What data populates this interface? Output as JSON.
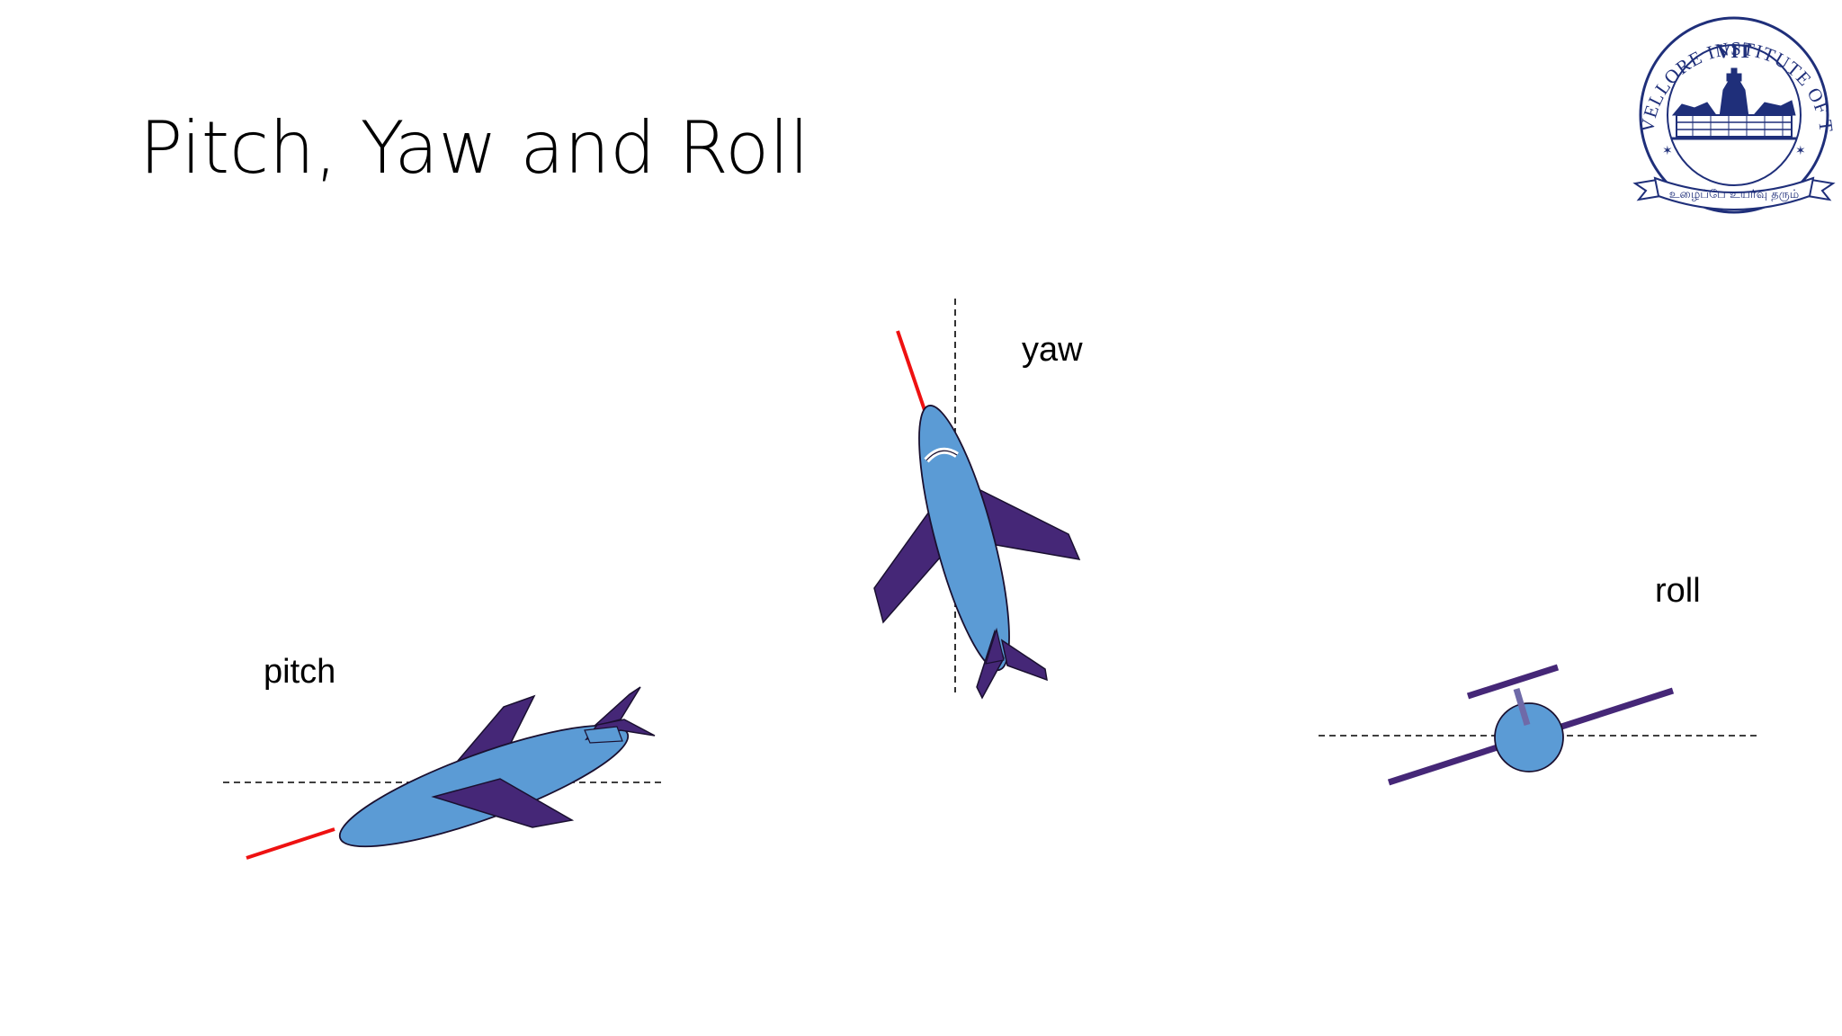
{
  "slide": {
    "title": "Pitch, Yaw and Roll"
  },
  "labels": {
    "pitch": "pitch",
    "yaw": "yaw",
    "roll": "roll"
  },
  "logo": {
    "top_text": "VELLORE INSTITUTE OF TECHNOLOGY",
    "center_text": "VIT",
    "motto_tamil": "உழைப்பே உயர்வு தரும்"
  },
  "colors": {
    "fuselage": "#5b9bd5",
    "wings": "#452777",
    "axis_line": "#ee1111",
    "reference_line": "#000000",
    "logo_ink": "#1f2f7a"
  }
}
